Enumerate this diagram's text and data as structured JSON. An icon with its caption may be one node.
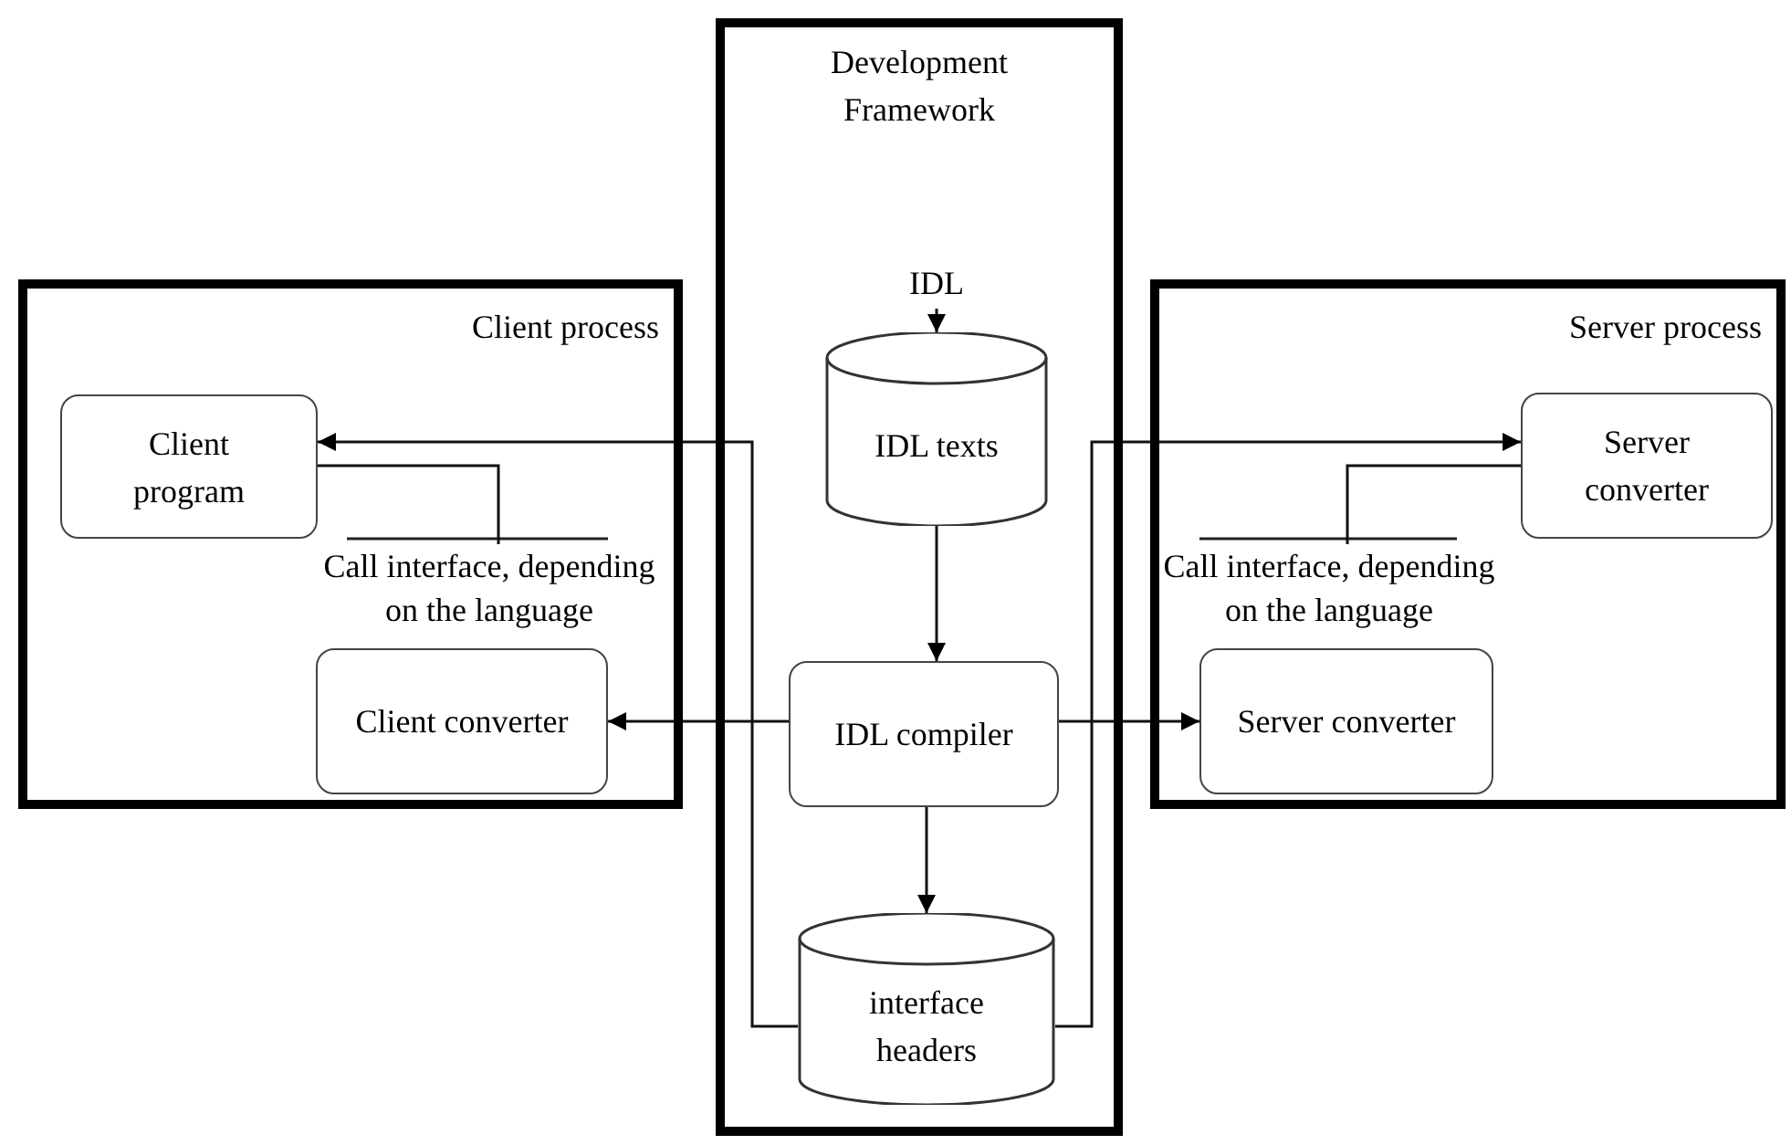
{
  "diagram": {
    "nodes": [
      {
        "text": [
          "Client process"
        ]
      },
      {
        "text": [
          "Client program"
        ],
        "in": 0
      },
      {
        "text": [
          "Call interface, depending on the language"
        ],
        "in": 0
      },
      {
        "text": [
          "Client converter"
        ],
        "in": 0
      },
      {
        "text": [
          "Development Framework"
        ]
      },
      {
        "text": [
          "IDL"
        ],
        "in": 4
      },
      {
        "text": [
          "IDL texts"
        ],
        "in": 4
      },
      {
        "text": [
          "IDL compiler"
        ],
        "in": 4
      },
      {
        "text": [
          "interface headers"
        ],
        "in": 4
      },
      {
        "text": [
          "Server process"
        ]
      },
      {
        "text": [
          "Server converter"
        ],
        "in": 9
      },
      {
        "text": [
          "Call interface, depending on the language"
        ],
        "in": 9
      },
      {
        "text": [
          "Server converter"
        ],
        "in": 9
      }
    ],
    "edges": [
      {
        "from": 5,
        "to": 6,
        "arrow": "to"
      },
      {
        "from": 6,
        "to": 7,
        "arrow": "to"
      },
      {
        "from": 7,
        "to": 8,
        "arrow": "to"
      },
      {
        "from": 7,
        "to": 3,
        "arrow": "to"
      },
      {
        "from": 7,
        "to": 12,
        "arrow": "to"
      },
      {
        "from": 8,
        "to": 1,
        "arrow": "to"
      },
      {
        "from": 8,
        "to": 10,
        "arrow": "to"
      },
      {
        "from": 2,
        "to": 1,
        "arrow": "none"
      },
      {
        "from": 11,
        "to": 10,
        "arrow": "none"
      }
    ]
  }
}
